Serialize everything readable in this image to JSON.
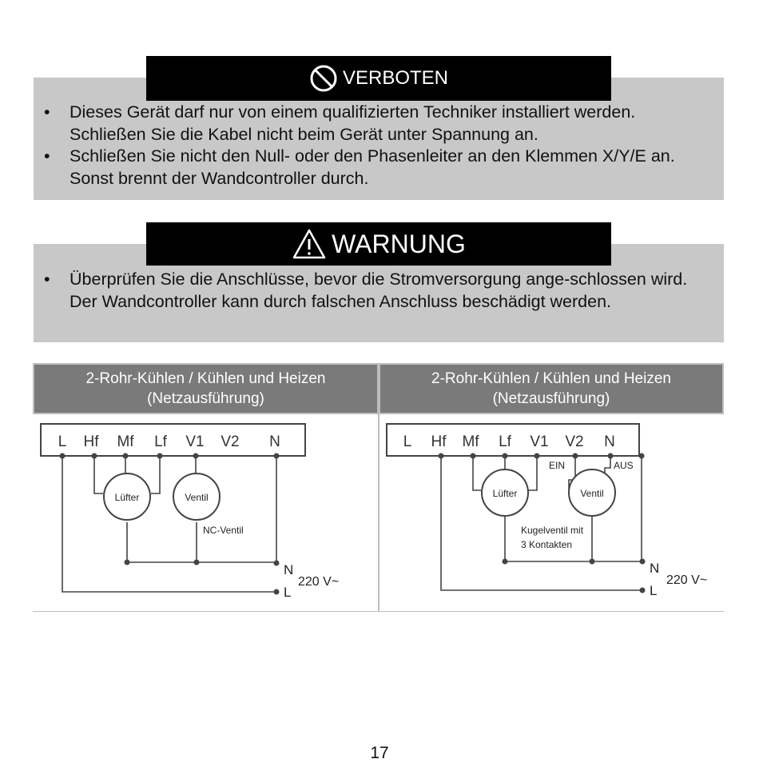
{
  "verboten": {
    "title": "VERBOTEN",
    "icon": "prohibited-icon",
    "items": [
      "Dieses Gerät darf nur von einem qualifizierten Techniker installiert werden. Schließen Sie die Kabel nicht beim Gerät unter Spannung an.",
      "Schließen Sie nicht den Null- oder den Phasenleiter an den Klemmen X/Y/E an. Sonst brennt der Wandcontroller durch."
    ]
  },
  "warnung": {
    "title": "WARNUNG",
    "icon": "warning-triangle-icon",
    "items": [
      "Überprüfen Sie die Anschlüsse, bevor die Stromversorgung ange-schlossen wird. Der Wandcontroller kann durch falschen Anschluss beschädigt werden."
    ]
  },
  "table": {
    "columns": [
      {
        "line1": "2-Rohr-Kühlen / Kühlen und Heizen",
        "line2": "(Netzausführung)"
      },
      {
        "line1": "2-Rohr-Kühlen / Kühlen und Heizen",
        "line2": "(Netzausführung)"
      }
    ]
  },
  "diagram_left": {
    "terminals": [
      "L",
      "Hf",
      "Mf",
      "Lf",
      "V1",
      "V2",
      "N"
    ],
    "fan_label": "Lüfter",
    "valve_label": "Ventil",
    "valve_type": "NC-Ventil",
    "n_label": "N",
    "l_label": "L",
    "voltage": "220 V~"
  },
  "diagram_right": {
    "terminals": [
      "L",
      "Hf",
      "Mf",
      "Lf",
      "V1",
      "V2",
      "N"
    ],
    "fan_label": "Lüfter",
    "valve_label": "Ventil",
    "ein_label": "EIN",
    "aus_label": "AUS",
    "valve_type_line1": "Kugelventil mit",
    "valve_type_line2": "3 Kontakten",
    "n_label": "N",
    "l_label": "L",
    "voltage": "220 V~"
  },
  "page_number": "17"
}
